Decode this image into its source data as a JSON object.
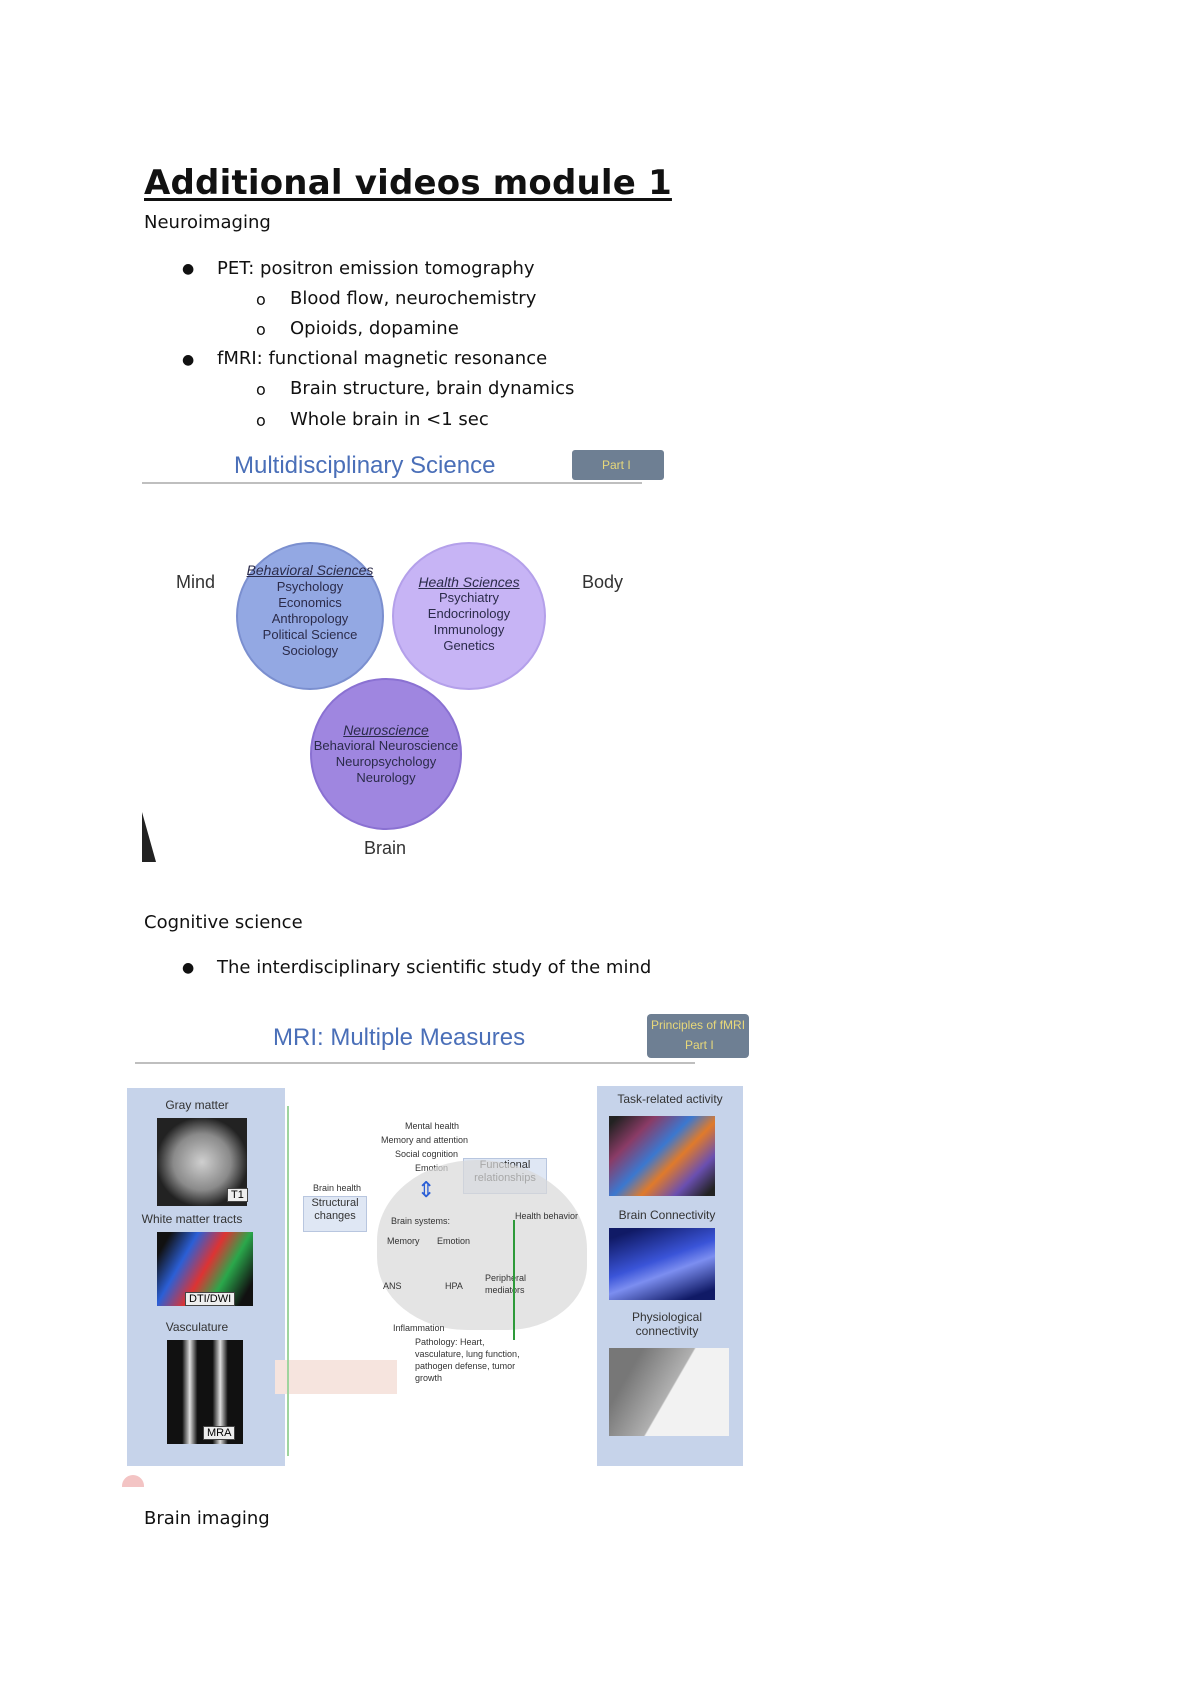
{
  "title": "Additional videos module 1",
  "section1": "Neuroimaging",
  "bullets1": [
    {
      "text": "PET: positron emission tomography",
      "sub": [
        "Blood flow, neurochemistry",
        "Opioids, dopamine"
      ]
    },
    {
      "text": "fMRI: functional magnetic resonance",
      "sub": [
        "Brain structure, brain dynamics",
        "Whole brain in <1 sec"
      ]
    }
  ],
  "slide1": {
    "title": "Multidisciplinary Science",
    "badge": "Part I",
    "mind": "Mind",
    "body": "Body",
    "brain": "Brain",
    "circles": [
      {
        "heading": "Behavioral Sciences",
        "items": [
          "Psychology",
          "Economics",
          "Anthropology",
          "Political Science",
          "Sociology"
        ]
      },
      {
        "heading": "Health Sciences",
        "items": [
          "Psychiatry",
          "Endocrinology",
          "Immunology",
          "Genetics"
        ]
      },
      {
        "heading": "Neuroscience",
        "items": [
          "Behavioral Neuroscience",
          "Neuropsychology",
          "Neurology"
        ]
      }
    ]
  },
  "section2": "Cognitive science",
  "bullets2": [
    "The interdisciplinary scientific study of the mind"
  ],
  "slide2": {
    "title": "MRI: Multiple Measures",
    "badge_line1": "Principles of fMRI",
    "badge_line2": "Part I",
    "left": {
      "gray": "Gray matter",
      "t1": "T1",
      "white": "White matter tracts",
      "dti": "DTI/DWI",
      "vasc": "Vasculature",
      "mra": "MRA"
    },
    "right": {
      "task": "Task-related activity",
      "conn": "Brain Connectivity",
      "phys": "Physiological connectivity"
    },
    "center": {
      "mental": "Mental health",
      "memory_att": "Memory and attention",
      "social": "Social cognition",
      "emotion": "Emotion",
      "functional": "Functional relationships",
      "brain_health": "Brain health",
      "structural": "Structural changes",
      "brain_systems": "Brain systems:",
      "memory": "Memory",
      "emotion2": "Emotion",
      "health_behavior": "Health behavior",
      "ans": "ANS",
      "hpa": "HPA",
      "peripheral": "Peripheral mediators",
      "inflammation": "Inflammation",
      "pathology": "Pathology: Heart, vasculature, lung function, pathogen defense, tumor growth"
    }
  },
  "section3": "Brain imaging",
  "colors": {
    "slide_title": "#4a6fb8",
    "panel": "#c6d3ea"
  }
}
